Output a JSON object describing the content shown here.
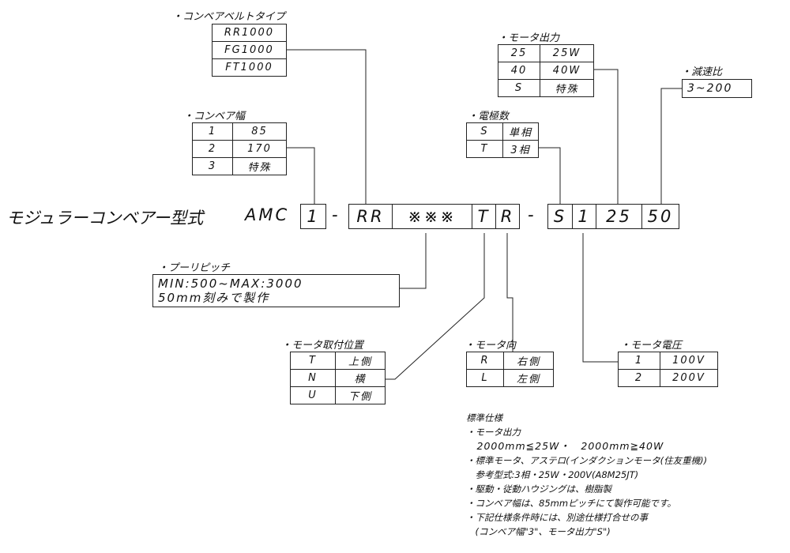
{
  "belt_type": {
    "title": "・コンベアベルトタイプ",
    "rows": [
      "RR1000",
      "FG1000",
      "FT1000"
    ]
  },
  "motor_output": {
    "title": "・モータ出力",
    "rows": [
      [
        "25",
        "25W"
      ],
      [
        "40",
        "40W"
      ],
      [
        "S",
        "特殊"
      ]
    ]
  },
  "reduction_ratio": {
    "title": "・減速比",
    "value": "3~200"
  },
  "poles": {
    "title": "・電極数",
    "rows": [
      [
        "S",
        "単相"
      ],
      [
        "T",
        "3相"
      ]
    ]
  },
  "conveyor_width": {
    "title": "・コンベア幅",
    "rows": [
      [
        "1",
        "85"
      ],
      [
        "2",
        "170"
      ],
      [
        "3",
        "特殊"
      ]
    ]
  },
  "model": {
    "label": "モジュラーコンベアー型式",
    "prefix": "AMC",
    "width_code": "1",
    "dash1": "-",
    "belt_code": "RR",
    "pitch_code": "※※※",
    "position_code": "T",
    "direction_code": "R",
    "dash2": "-",
    "pole_code": "S",
    "voltage_code": "1",
    "output_code": "25",
    "ratio_code": "50"
  },
  "pulley_pitch": {
    "title": "・プーリピッチ",
    "line1": "MIN:500~MAX:3000",
    "line2": "50mm刻みで製作"
  },
  "motor_position": {
    "title": "・モータ取付位置",
    "rows": [
      [
        "T",
        "上側"
      ],
      [
        "N",
        "横"
      ],
      [
        "U",
        "下側"
      ]
    ]
  },
  "motor_direction": {
    "title": "・モータ向",
    "rows": [
      [
        "R",
        "右側"
      ],
      [
        "L",
        "左側"
      ]
    ]
  },
  "motor_voltage": {
    "title": "・モータ電圧",
    "rows": [
      [
        "1",
        "100V"
      ],
      [
        "2",
        "200V"
      ]
    ]
  },
  "notes": [
    "標準仕様",
    "・モータ出力",
    "　2000mm≦25W・　2000mm≧40W",
    "・標準モータ、アステロ(インダクションモータ(住友重機))",
    "　参考型式:3相・25W・200V(A8M25JT)",
    "・駆動・従動ハウジングは、樹脂製",
    "・コンベア幅は、85mmピッチにて製作可能です。",
    "・下記仕様条件時には、別途仕様打合せの事",
    "　(コンベア幅\"3\"、モータ出力\"S\")"
  ]
}
